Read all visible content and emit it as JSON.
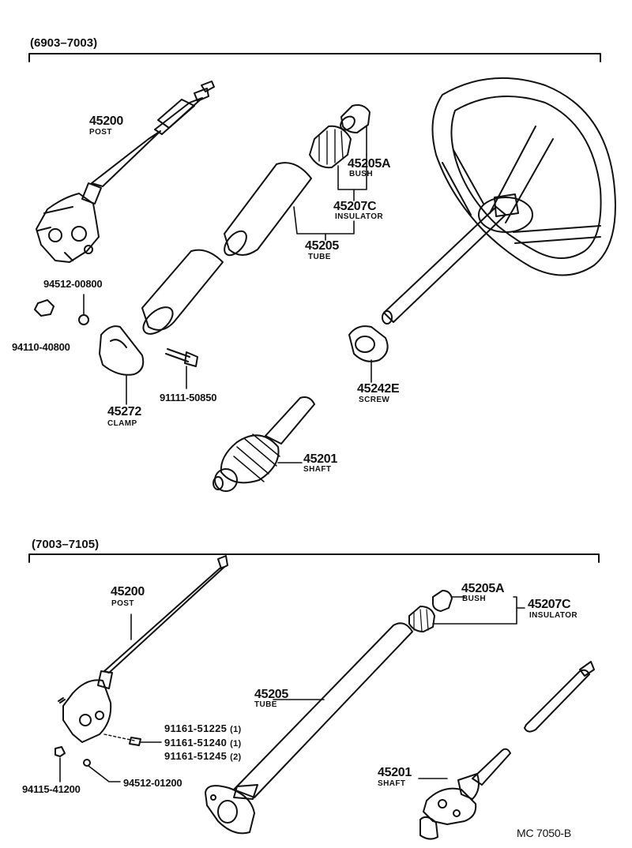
{
  "sections": [
    {
      "range": "(6903–7003)",
      "parts": [
        {
          "number": "45200",
          "name": "POST"
        },
        {
          "number": "94512-00800",
          "name": ""
        },
        {
          "number": "94110-40800",
          "name": ""
        },
        {
          "number": "45205A",
          "name": "BUSH"
        },
        {
          "number": "45207C",
          "name": "INSULATOR"
        },
        {
          "number": "45205",
          "name": "TUBE"
        },
        {
          "number": "91111-50850",
          "name": ""
        },
        {
          "number": "45272",
          "name": "CLAMP"
        },
        {
          "number": "45242E",
          "name": "SCREW"
        },
        {
          "number": "45201",
          "name": "SHAFT"
        }
      ]
    },
    {
      "range": "(7003–7105)",
      "parts": [
        {
          "number": "45200",
          "name": "POST"
        },
        {
          "number": "45205A",
          "name": "BUSH"
        },
        {
          "number": "45207C",
          "name": "INSULATOR"
        },
        {
          "number": "45205",
          "name": "TUBE"
        },
        {
          "number": "91161-51225",
          "qty": "(1)"
        },
        {
          "number": "91161-51240",
          "qty": "(1)"
        },
        {
          "number": "91161-51245",
          "qty": "(2)"
        },
        {
          "number": "94115-41200",
          "name": ""
        },
        {
          "number": "94512-01200",
          "name": ""
        },
        {
          "number": "45201",
          "name": "SHAFT"
        }
      ]
    }
  ],
  "diagram_code": "MC  7050-B"
}
